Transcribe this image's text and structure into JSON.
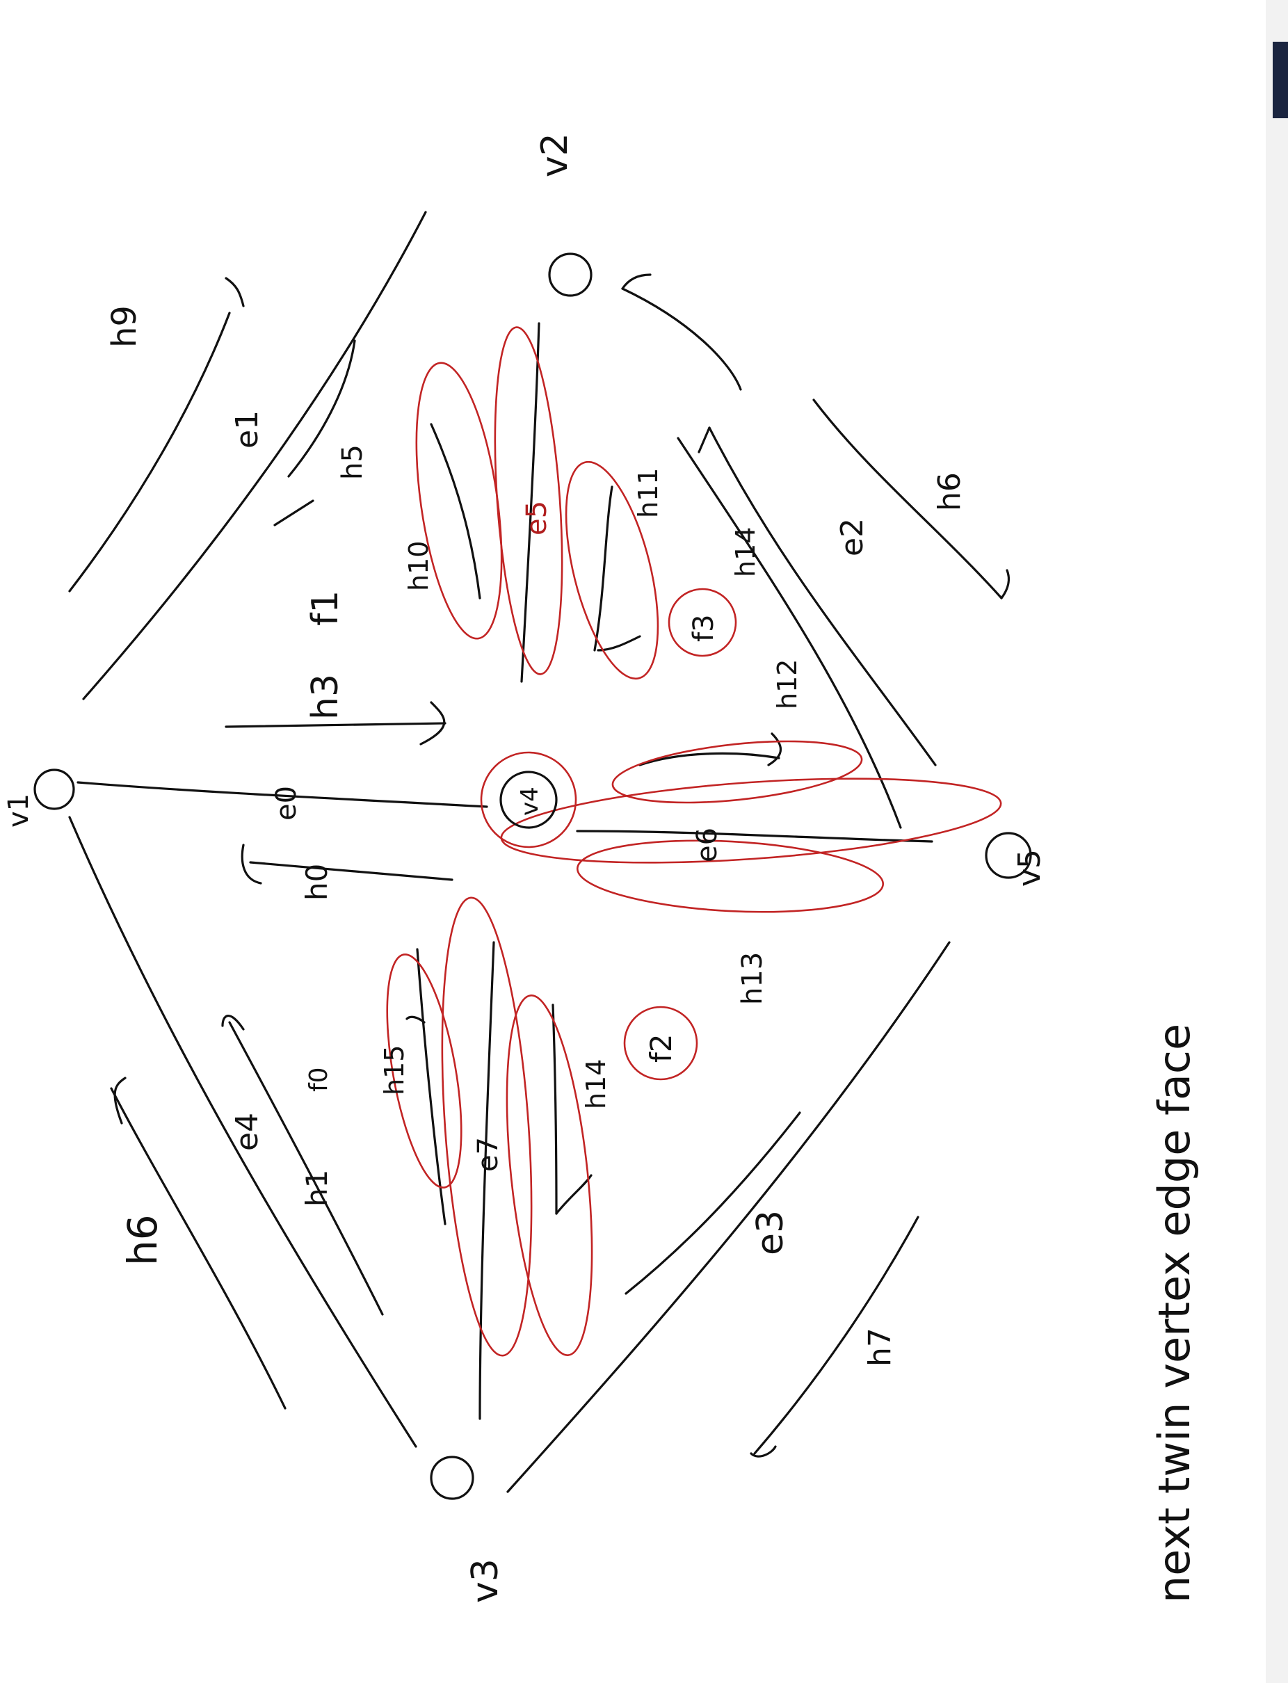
{
  "legend": "next twin vertex edge face",
  "vertices": [
    {
      "id": "v1",
      "label": "v1"
    },
    {
      "id": "v2",
      "label": "v2"
    },
    {
      "id": "v3",
      "label": "v3"
    },
    {
      "id": "v4",
      "label": "v4"
    },
    {
      "id": "v5",
      "label": "v5"
    }
  ],
  "edges": [
    {
      "id": "e0",
      "label": "e0"
    },
    {
      "id": "e1",
      "label": "e1"
    },
    {
      "id": "e2",
      "label": "e2"
    },
    {
      "id": "e3",
      "label": "e3"
    },
    {
      "id": "e4",
      "label": "e4"
    },
    {
      "id": "e5",
      "label": "e5"
    },
    {
      "id": "e6",
      "label": "e6"
    },
    {
      "id": "e7",
      "label": "e7"
    }
  ],
  "faces": [
    {
      "id": "f0",
      "label": "f0"
    },
    {
      "id": "f1",
      "label": "f1"
    },
    {
      "id": "f2",
      "label": "f2"
    },
    {
      "id": "f3",
      "label": "f3"
    }
  ],
  "half_edges": [
    {
      "id": "h0",
      "label": "h0"
    },
    {
      "id": "h1",
      "label": "h1"
    },
    {
      "id": "h3",
      "label": "h3"
    },
    {
      "id": "h5",
      "label": "h5"
    },
    {
      "id": "h6a",
      "label": "h6"
    },
    {
      "id": "h6b",
      "label": "h6"
    },
    {
      "id": "h7",
      "label": "h7"
    },
    {
      "id": "h9",
      "label": "h9"
    },
    {
      "id": "h10",
      "label": "h10"
    },
    {
      "id": "h11",
      "label": "h11"
    },
    {
      "id": "h12",
      "label": "h12"
    },
    {
      "id": "h13",
      "label": "h13"
    },
    {
      "id": "h14",
      "label": "h14"
    },
    {
      "id": "h15",
      "label": "h15"
    },
    {
      "id": "h14b",
      "label": "h14"
    }
  ],
  "colors": {
    "ink": "#111111",
    "highlight": "#c22424"
  }
}
